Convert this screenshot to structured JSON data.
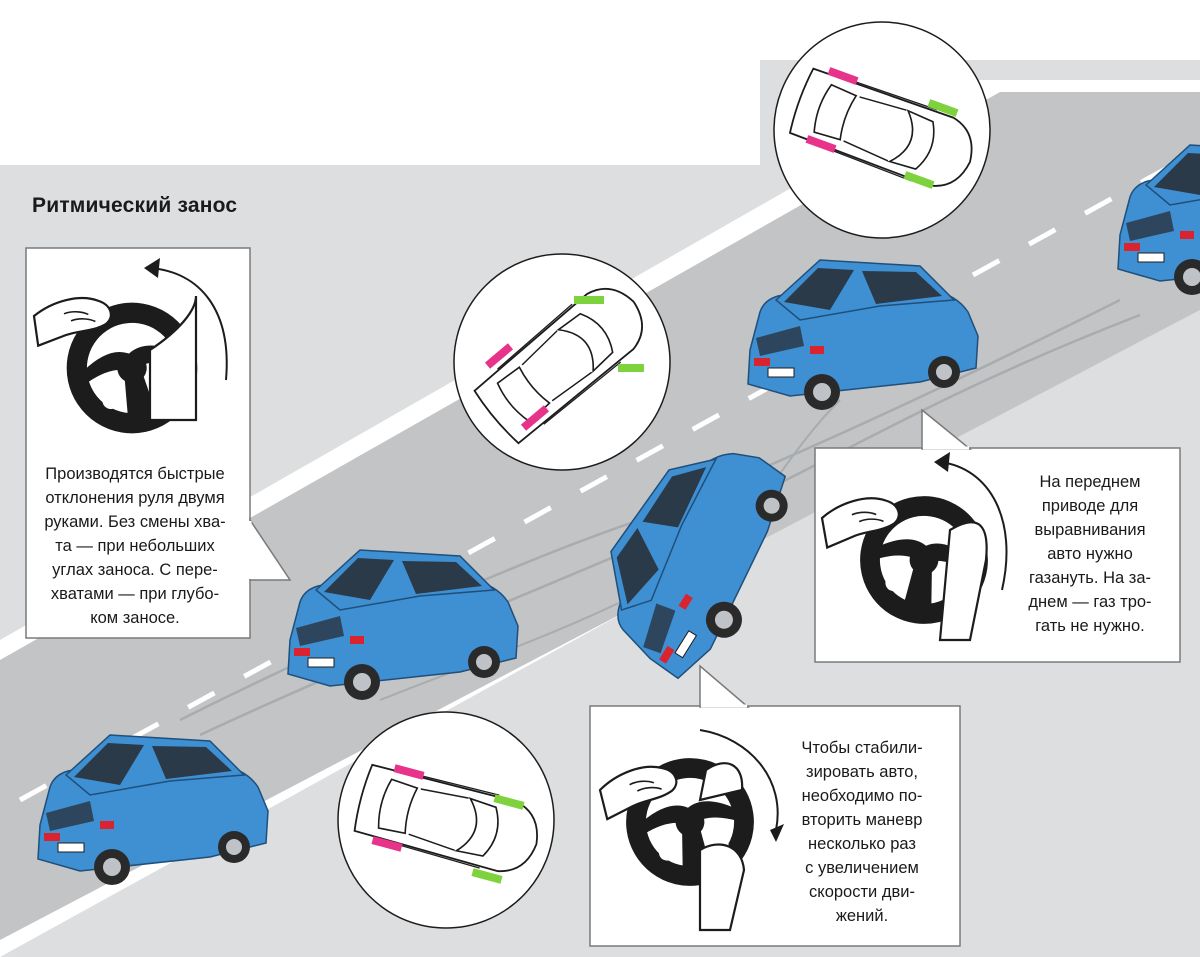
{
  "title": "Ритмический занос",
  "callouts": {
    "left": {
      "lines": [
        "Производятся быстрые",
        "отклонения руля двумя",
        "руками. Без смены хва-",
        "та — при небольших",
        "углах заноса. С пере-",
        "хватами — при глубо-",
        "ком заносе."
      ]
    },
    "right": {
      "lines": [
        "На переднем",
        "приводе для",
        "выравнивания",
        "авто нужно",
        "газануть. На за-",
        "днем — газ тро-",
        "гать не нужно."
      ]
    },
    "bottom": {
      "lines": [
        "Чтобы стабили-",
        "зировать авто,",
        "необходимо по-",
        "вторить маневр",
        "несколько раз",
        "с увеличением",
        "скорости дви-",
        "жений."
      ]
    }
  },
  "colors": {
    "road": "#c2c4c6",
    "shoulder": "#dcdedf",
    "car_body": "#3f8fd3",
    "car_dark": "#2a6fb0",
    "glass": "#2b3a48",
    "tail_light": "#d9232e",
    "front_wheel_mark": "#e8338a",
    "rear_wheel_mark": "#7ed23e",
    "steering_wheel": "#1c1c1c"
  },
  "icons": [
    "steering-wheel-icon",
    "rotation-arrow-icon",
    "car-top-view-icon",
    "car-icon",
    "hand-icon"
  ]
}
